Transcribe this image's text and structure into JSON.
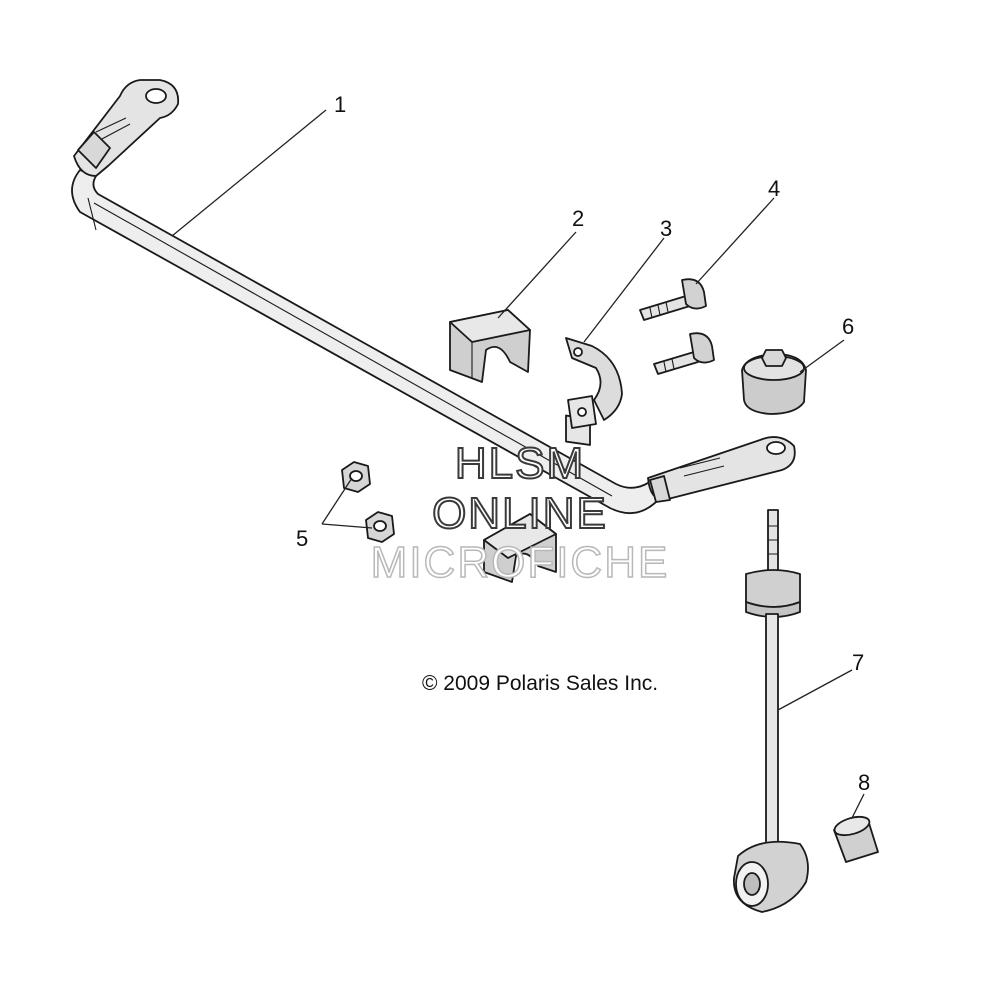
{
  "diagram": {
    "callouts": {
      "c1": "1",
      "c2": "2",
      "c3": "3",
      "c4": "4",
      "c5": "5",
      "c6": "6",
      "c7": "7",
      "c8": "8"
    },
    "copyright": "© 2009 Polaris Sales Inc.",
    "watermark": {
      "line1": "HLSM",
      "line2": "ONLINE",
      "line3": "MICROFICHE"
    },
    "colors": {
      "line": "#1a1a1a",
      "part_fill": "#e6e6e6",
      "part_shade": "#c8c8c8",
      "background": "#ffffff"
    }
  }
}
